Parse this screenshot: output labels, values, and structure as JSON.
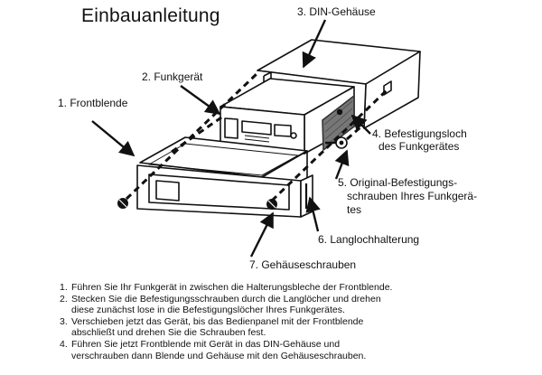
{
  "title": "Einbauanleitung",
  "labels": {
    "din_housing": "3. DIN-Gehäuse",
    "radio": "2. Funkgerät",
    "front_panel": "1. Frontblende",
    "mounting_hole_1": "4. Befestigungsloch",
    "mounting_hole_2": "des Funkgerätes",
    "screws_1": "5. Original-Befestigungs-",
    "screws_2": "schrauben Ihres Funkgerä-",
    "screws_3": "tes",
    "slot_bracket": "6. Langlochhalterung",
    "housing_screws": "7. Gehäuseschrauben"
  },
  "steps": [
    {
      "num": "1.",
      "lines": [
        "Führen Sie Ihr Funkgerät in zwischen die Halterungsbleche der Frontblende."
      ]
    },
    {
      "num": "2.",
      "lines": [
        "Stecken Sie die Befestigungsschrauben durch die Langlöcher und drehen",
        "diese zunächst lose in die Befestigungslöcher Ihres Funkgerätes."
      ]
    },
    {
      "num": "3.",
      "lines": [
        "Verschieben jetzt das Gerät, bis das Bedienpanel mit der Frontblende",
        "abschließt und drehen Sie die Schrauben fest."
      ]
    },
    {
      "num": "4.",
      "lines": [
        "Führen Sie jetzt Frontblende mit Gerät in das DIN-Gehäuse und",
        "verschrauben dann Blende und Gehäuse mit den Gehäuseschrauben."
      ]
    }
  ]
}
